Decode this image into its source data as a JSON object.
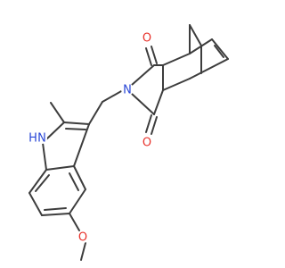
{
  "molecule": {
    "atom_labels": {
      "carbonyl_o_top": "O",
      "carbonyl_o_bottom": "O",
      "imide_n": "N",
      "indole_nh": "H",
      "indole_n": "N",
      "methoxy_o": "O"
    },
    "colors": {
      "bond": "#3d3d3d",
      "oxygen": "#e8322b",
      "nitrogen": "#2846d6"
    }
  }
}
